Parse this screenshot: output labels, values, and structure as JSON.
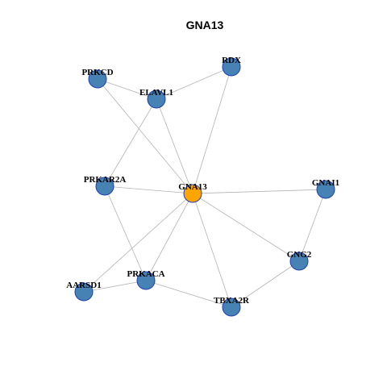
{
  "graph": {
    "title": "GNA13",
    "colors": {
      "node_default": "#4682b4",
      "node_focus": "#ffa500",
      "node_border": "#1f3fb5",
      "edge": "#b3b3b3"
    },
    "focus_node": "GNA13",
    "nodes": [
      {
        "id": "gna13",
        "label": "GNA13"
      },
      {
        "id": "prkcd",
        "label": "PRKCD"
      },
      {
        "id": "rdx",
        "label": "RDX"
      },
      {
        "id": "elavl1",
        "label": "ELAVL1"
      },
      {
        "id": "prkar2a",
        "label": "PRKAR2A"
      },
      {
        "id": "gnai1",
        "label": "GNAI1"
      },
      {
        "id": "gng2",
        "label": "GNG2"
      },
      {
        "id": "aarsd1",
        "label": "AARSD1"
      },
      {
        "id": "prkaca",
        "label": "PRKACA"
      },
      {
        "id": "tbxa2r",
        "label": "TBXA2R"
      }
    ],
    "edges": [
      [
        "prkcd",
        "elavl1"
      ],
      [
        "elavl1",
        "rdx"
      ],
      [
        "prkcd",
        "gna13"
      ],
      [
        "rdx",
        "gna13"
      ],
      [
        "elavl1",
        "gna13"
      ],
      [
        "elavl1",
        "prkar2a"
      ],
      [
        "prkar2a",
        "gna13"
      ],
      [
        "prkar2a",
        "prkaca"
      ],
      [
        "gna13",
        "gnai1"
      ],
      [
        "gnai1",
        "gng2"
      ],
      [
        "gna13",
        "gng2"
      ],
      [
        "gna13",
        "aarsd1"
      ],
      [
        "gna13",
        "prkaca"
      ],
      [
        "gna13",
        "tbxa2r"
      ],
      [
        "aarsd1",
        "prkaca"
      ],
      [
        "prkaca",
        "tbxa2r"
      ],
      [
        "tbxa2r",
        "gng2"
      ]
    ]
  }
}
